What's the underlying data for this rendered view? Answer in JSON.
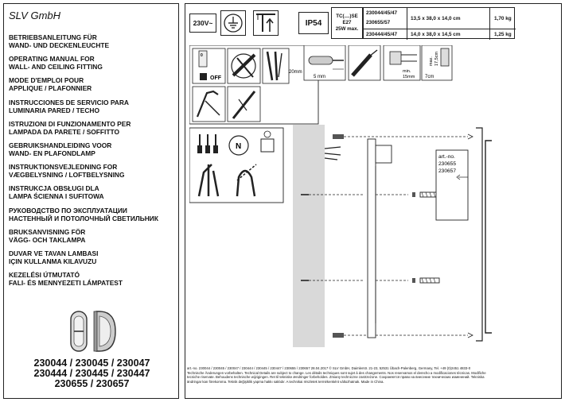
{
  "brand": "SLV GmbH",
  "titles": [
    [
      "BETRIEBSANLEITUNG FÜR",
      "WAND- UND DECKENLEUCHTE"
    ],
    [
      "OPERATING MANUAL FOR",
      "WALL- AND CEILING FITTING"
    ],
    [
      "MODE D'EMPLOI POUR",
      "APPLIQUE / PLAFONNIER"
    ],
    [
      "INSTRUCCIONES DE SERVICIO PARA",
      "LUMINARIA PARED / TECHO"
    ],
    [
      "ISTRUZIONI DI FUNZIONAMENTO PER",
      "LAMPADA DA PARETE / SOFFITTO"
    ],
    [
      "GEBRUIKSHANDLEIDING VOOR",
      "WAND- EN PLAFONDLAMP"
    ],
    [
      "INSTRUKTIONSVEJLEDNING FOR",
      "VÆGBELYSNING / LOFTBELYSNING"
    ],
    [
      "INSTRUKCJA OBSŁUGI DLA",
      "LAMPA ŚCIENNA I SUFITOWA"
    ],
    [
      "РУКОВОДСТВО ПО ЭКСПЛУАТАЦИИ",
      "НАСТЕННЫЙ И ПОТОЛОЧНЫЙ СВЕТИЛЬНИК"
    ],
    [
      "BRUKSANVISNING FÖR",
      "VÄGG- OCH TAKLAMPA"
    ],
    [
      "DUVAR VE TAVAN LAMBASI",
      "IÇIN KULLANMA KILAVUZU"
    ],
    [
      "KEZELÉSI ÚTMUTATÓ",
      "FALI- ÉS MENNYEZETI LÁMPATEST"
    ]
  ],
  "articles": [
    "230044 / 230045 / 230047",
    "230444 / 230445 / 230447",
    "230655 / 230657"
  ],
  "spec": {
    "voltage": "230V~",
    "ip": "IP54",
    "lamp": [
      "TC(....)SE",
      "E27",
      "25W max."
    ],
    "rows": [
      {
        "art": "230044/45/47",
        "size": "13,5 x 38,0 x 14,0 cm",
        "weight": "1,70 kg"
      },
      {
        "art": "230655/57",
        "size": "",
        "weight": ""
      },
      {
        "art": "230444/45/47",
        "size": "14,0 x 38,0 x 14,5 cm",
        "weight": "1,25 kg"
      }
    ]
  },
  "steps": {
    "off_label": "OFF",
    "strip_long": "20mm",
    "strip_short": "5 mm",
    "min_label": "min.",
    "min_value": "15mm",
    "max_label": "max.",
    "max_value": "17,5cm",
    "distance": "7cm"
  },
  "callout": {
    "label": "art.-no.",
    "numbers": [
      "230655",
      "230657"
    ]
  },
  "footer": [
    "art.-no. 230044 / 230045 / 230047 / 230444 / 230445 / 230447 / 230655 / 230657  28.04.2017  © SLV GmbH, Daimlerstr. 21-23, 52531 Übach-Palenberg, Germany, Tel. +49 (0)2451 4833-0",
    "Technische Änderungen vorbehalten. Technical Details are subject to change. Les détails techniques sont sujet à des changements. Nos reservamos el derecho a modificaciones técnicas. Modifiche",
    "tecniche riservate. Behoudens technische wijzigingen. Ret til tekniske ændringer forbeholdes. Zmiany techniczne zastrzeżone. Сохраняется право на внесение технических изменений. Tekniska",
    "ändringar kan förekomma. Teknik değişiklik yapma hakkı saklıdır. A technikai részletek termékenként változhatnak. Made in China."
  ]
}
